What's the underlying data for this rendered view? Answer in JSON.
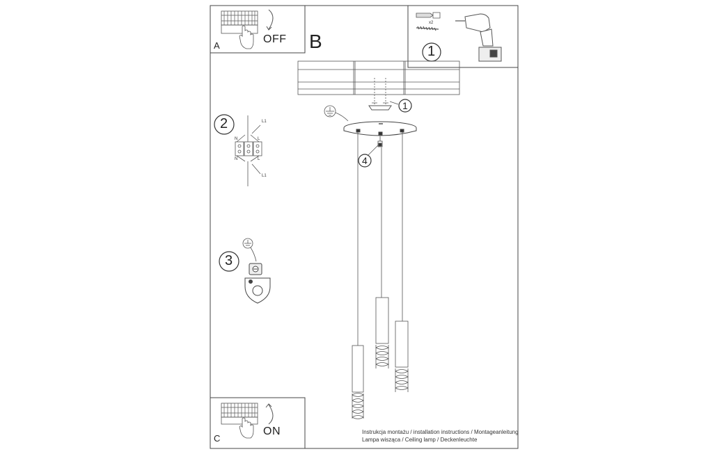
{
  "panels": {
    "a": {
      "letter": "A",
      "state": "OFF"
    },
    "b": {
      "letter": "B"
    },
    "c": {
      "letter": "C",
      "state": "ON"
    }
  },
  "steps": {
    "s1": "1",
    "s1_ref": "1",
    "s2": "2",
    "s3": "3",
    "s4": "4"
  },
  "hardware": {
    "count": "x2"
  },
  "terminal": {
    "n": "N",
    "l": "L",
    "l1": "L1"
  },
  "footer": {
    "line1": "Instrukcja montażu / installation instructions / Montageanleitung",
    "line2": "Lampa wisząca / Ceiling lamp / Deckenleuchte"
  },
  "icons": [
    "fuse-box-icon",
    "hand-icon",
    "power-drill-icon",
    "wall-plug-icon",
    "screw-icon",
    "ground-symbol-icon",
    "pendant-lamp-icon",
    "wire-connector-icon",
    "ground-clamp-icon"
  ]
}
